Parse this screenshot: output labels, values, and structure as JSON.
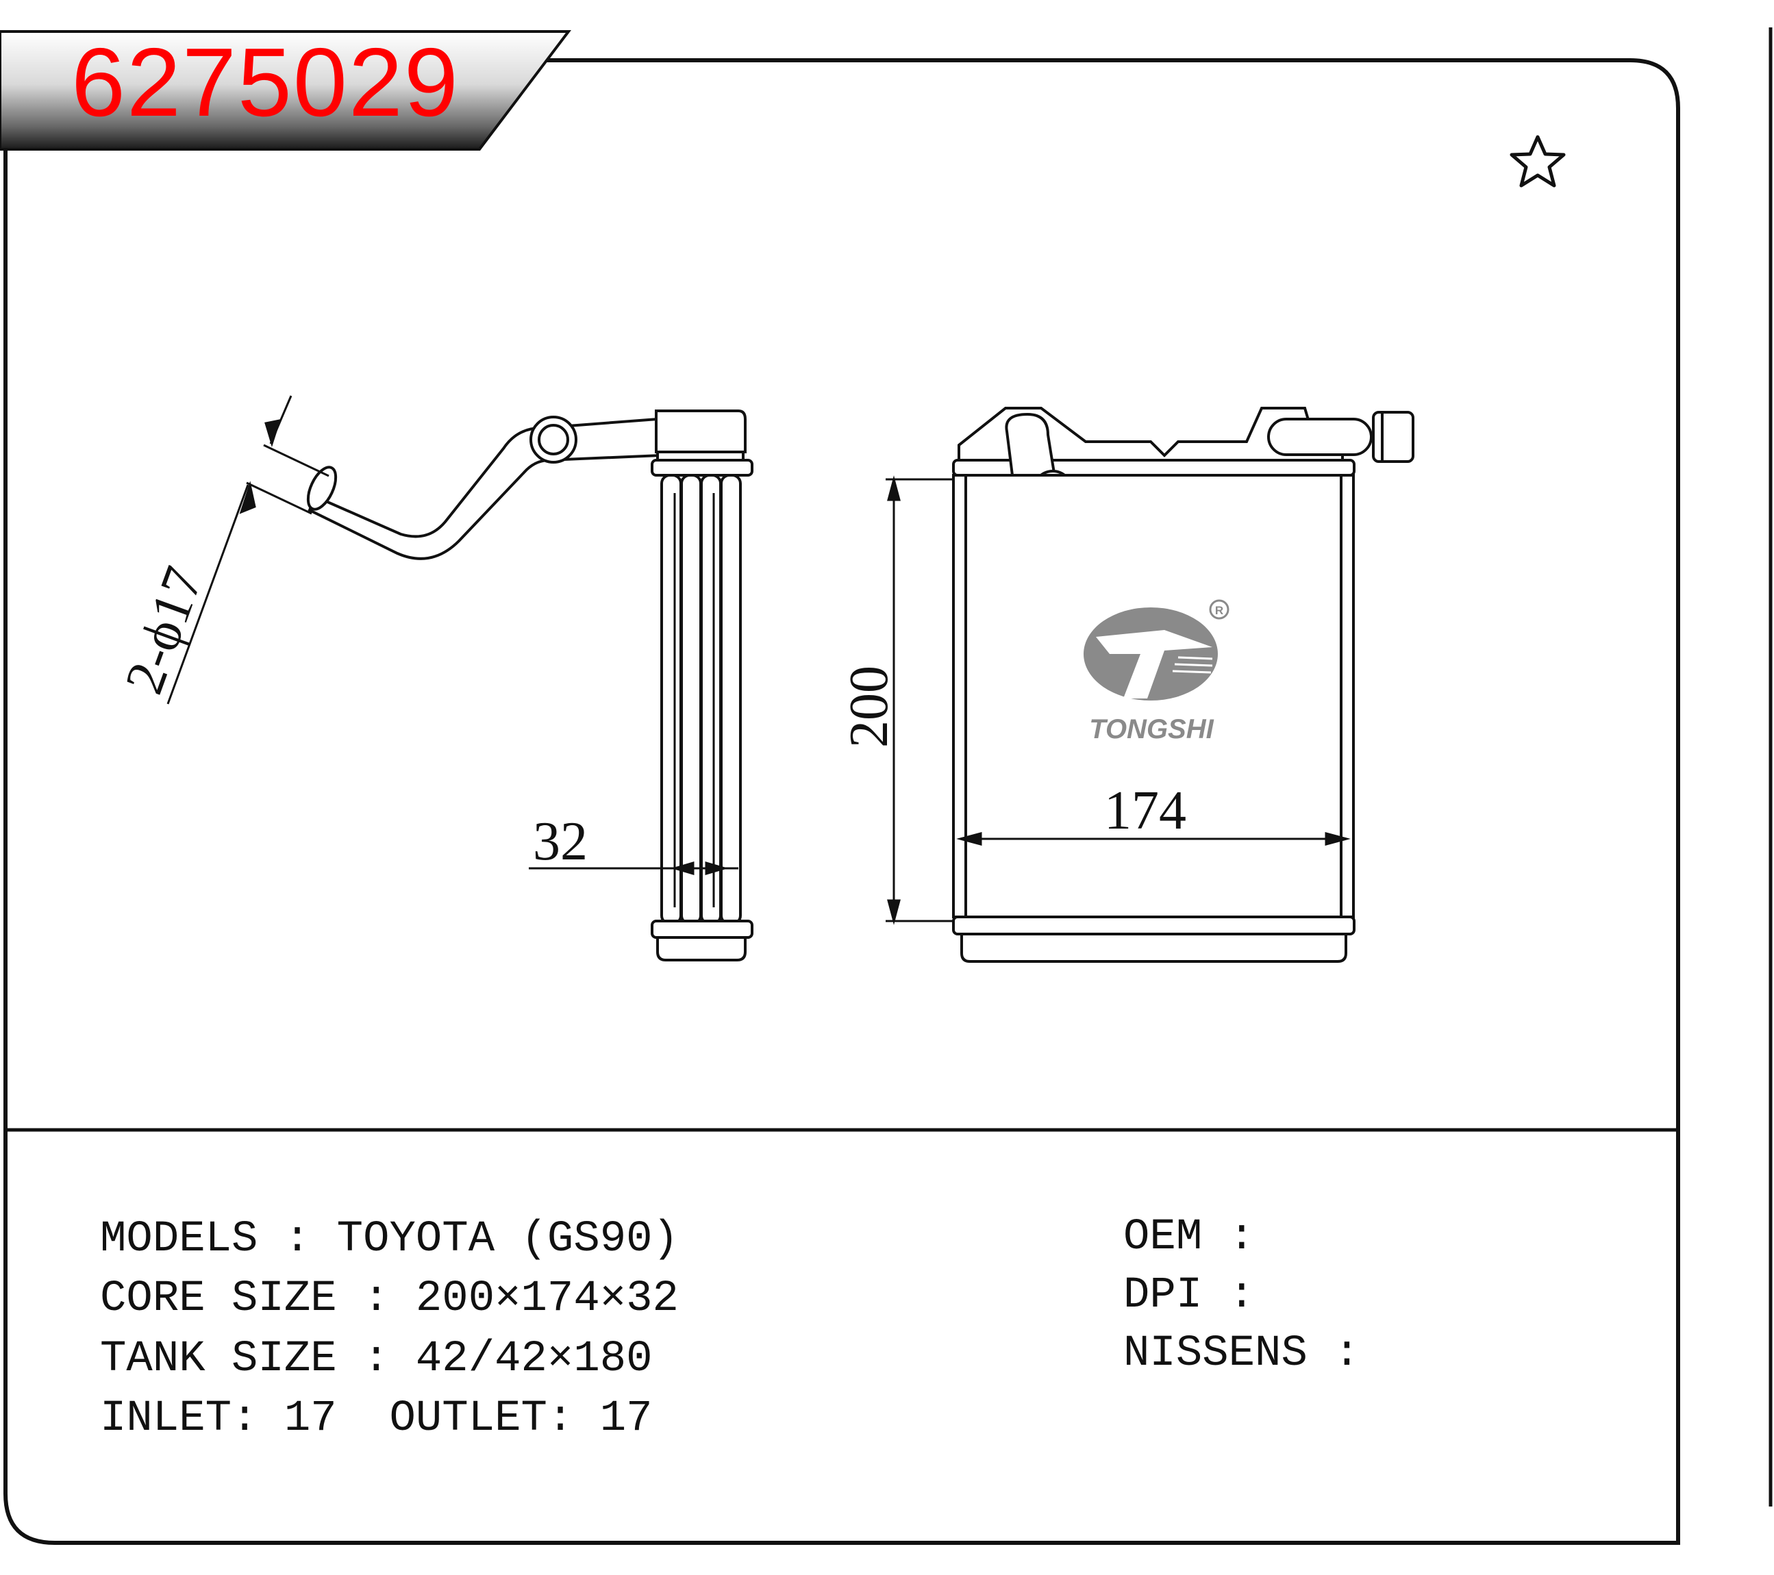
{
  "part_number": "6275029",
  "favorite_icon": "star-outline-icon",
  "drawing": {
    "diameter_label": "2-ϕ17",
    "height_label": "200",
    "width_label": "174",
    "depth_label": "32",
    "logo": {
      "brand": "TONGSHI",
      "registered": "R"
    }
  },
  "specs": {
    "models": "MODELS : TOYOTA (GS90)",
    "core_size": "CORE SIZE : 200×174×32",
    "tank_size": "TANK SIZE : 42/42×180",
    "inlet_outlet": "INLET: 17  OUTLET: 17"
  },
  "references": {
    "oem": "OEM :",
    "dpi": "DPI :",
    "nissens": "NISSENS :"
  },
  "colors": {
    "part_number": "#ff0000",
    "banner_dark": "#1a1a1a",
    "logo_gray": "#8a8a8a"
  }
}
